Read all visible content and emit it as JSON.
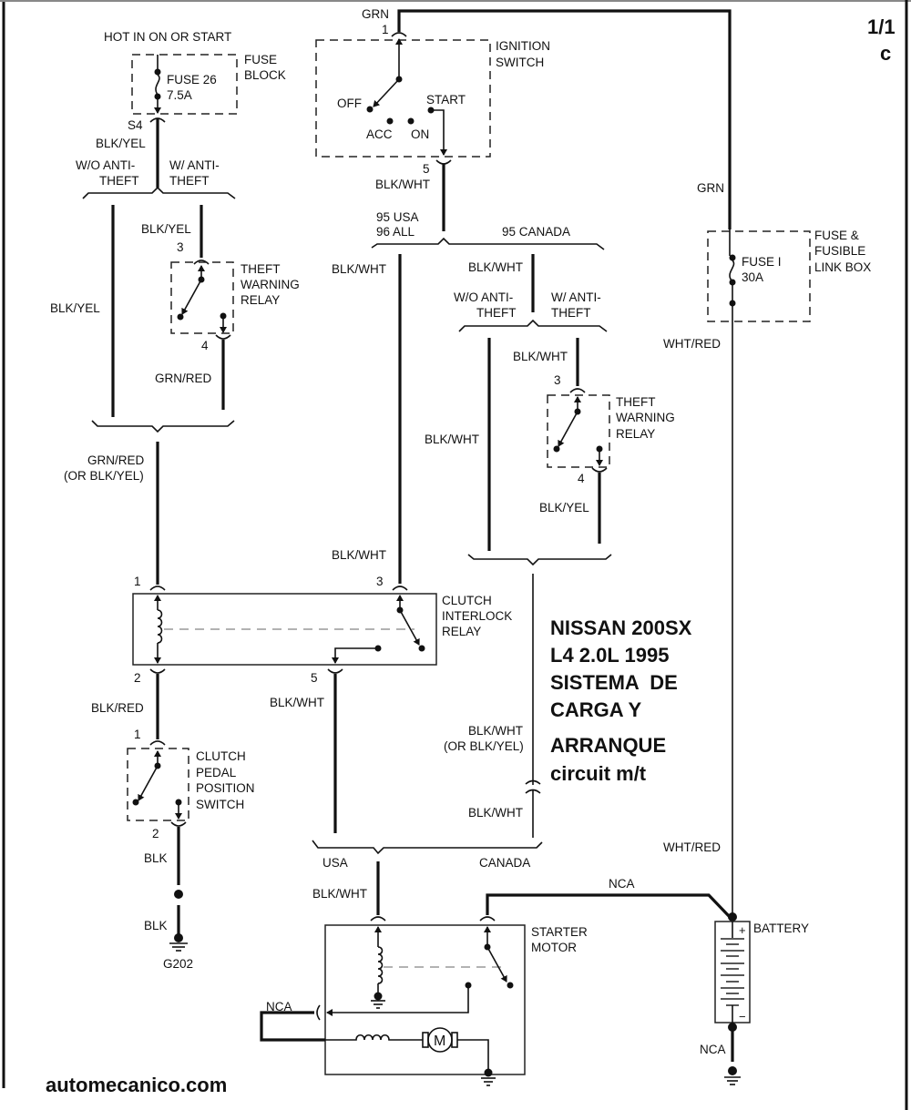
{
  "page": {
    "number": "1/1",
    "sub": "c"
  },
  "title": {
    "lines": [
      "NISSAN 200SX",
      "L4 2.0L 1995",
      "SISTEMA  DE",
      "CARGA Y",
      "ARRANQUE",
      "circuit m/t"
    ]
  },
  "watermark": "automecanico.com",
  "colors": {
    "wire": "#111111",
    "mech_link": "#999999",
    "background": "#ffffff"
  },
  "fuse_block": {
    "supply": "HOT IN ON OR START",
    "name": [
      "FUSE",
      "BLOCK"
    ],
    "fuse": [
      "FUSE 26",
      "7.5A"
    ],
    "connector": "S4",
    "out_wire": "BLK/YEL"
  },
  "left_split": {
    "option_a": [
      "W/O ANTI-",
      "THEFT"
    ],
    "option_b": [
      "W/ ANTI-",
      "THEFT"
    ],
    "wire_a": "BLK/YEL",
    "wire_b": "BLK/YEL"
  },
  "theft_relay_left": {
    "name": [
      "THEFT",
      "WARNING",
      "RELAY"
    ],
    "pin_in": "3",
    "pin_out": "4",
    "out_wire": "GRN/RED"
  },
  "left_merge": {
    "wire": [
      "GRN/RED",
      "(OR BLK/YEL)"
    ]
  },
  "ignition_switch": {
    "in_wire": "GRN",
    "pin_in": "1",
    "name": [
      "IGNITION",
      "SWITCH"
    ],
    "positions": [
      "OFF",
      "ACC",
      "ON",
      "START"
    ],
    "pin_out": "5",
    "out_wire": "BLK/WHT"
  },
  "center_split": {
    "option_a": [
      "95 USA",
      "96 ALL"
    ],
    "option_b": "95 CANADA",
    "wire_a": "BLK/WHT",
    "wire_b": "BLK/WHT"
  },
  "canada_split": {
    "option_a": [
      "W/O ANTI-",
      "THEFT"
    ],
    "option_b": [
      "W/ ANTI-",
      "THEFT"
    ],
    "wire_a": "BLK/WHT",
    "wire_b": "BLK/WHT"
  },
  "theft_relay_right": {
    "name": [
      "THEFT",
      "WARNING",
      "RELAY"
    ],
    "pin_in": "3",
    "pin_out": "4",
    "out_wire": "BLK/YEL"
  },
  "canada_merge": {
    "wire": [
      "BLK/WHT",
      "(OR BLK/YEL)"
    ],
    "after_connector": "BLK/WHT"
  },
  "clutch_interlock_relay": {
    "name": [
      "CLUTCH",
      "INTERLOCK",
      "RELAY"
    ],
    "pin1": "1",
    "pin2": "2",
    "pin3": "3",
    "pin5": "5",
    "pin3_wire": "BLK/WHT",
    "pin5_wire": "BLK/WHT",
    "pin2_wire": "BLK/RED"
  },
  "clutch_pedal_switch": {
    "name": [
      "CLUTCH",
      "PEDAL",
      "POSITION",
      "SWITCH"
    ],
    "pin_in": "1",
    "pin_out": "2",
    "out_wire": "BLK",
    "ground_wire": "BLK",
    "ground": "G202"
  },
  "bottom_merge": {
    "option_a": "USA",
    "option_b": "CANADA",
    "wire": "BLK/WHT"
  },
  "starter_motor": {
    "name": [
      "STARTER",
      "MOTOR"
    ],
    "ext_wire": "NCA",
    "battery_wire": "NCA",
    "motor_symbol": "M"
  },
  "fuse_link_box": {
    "in_wire": "GRN",
    "name": [
      "FUSE &",
      "FUSIBLE",
      "LINK BOX"
    ],
    "fuse": [
      "FUSE I",
      "30A"
    ],
    "out_wire": "WHT/RED",
    "out_wire_lower": "WHT/RED"
  },
  "battery": {
    "name": "BATTERY",
    "plus": "+",
    "minus": "−",
    "ground_wire": "NCA"
  }
}
